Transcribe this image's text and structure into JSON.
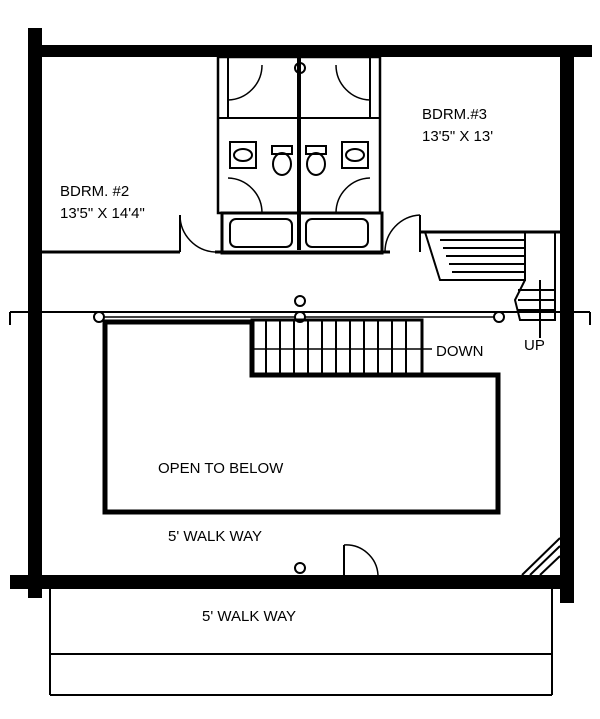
{
  "rooms": {
    "bedroom_2": {
      "name": "BDRM. #2",
      "size": "13'5\" X 14'4\""
    },
    "bedroom_3": {
      "name": "BDRM.#3",
      "size": "13'5\" X 13'"
    }
  },
  "labels": {
    "down": "DOWN",
    "up": "UP",
    "open_to_below": "OPEN TO BELOW",
    "walkway_inner": "5' WALK WAY",
    "walkway_outer": "5' WALK WAY"
  }
}
